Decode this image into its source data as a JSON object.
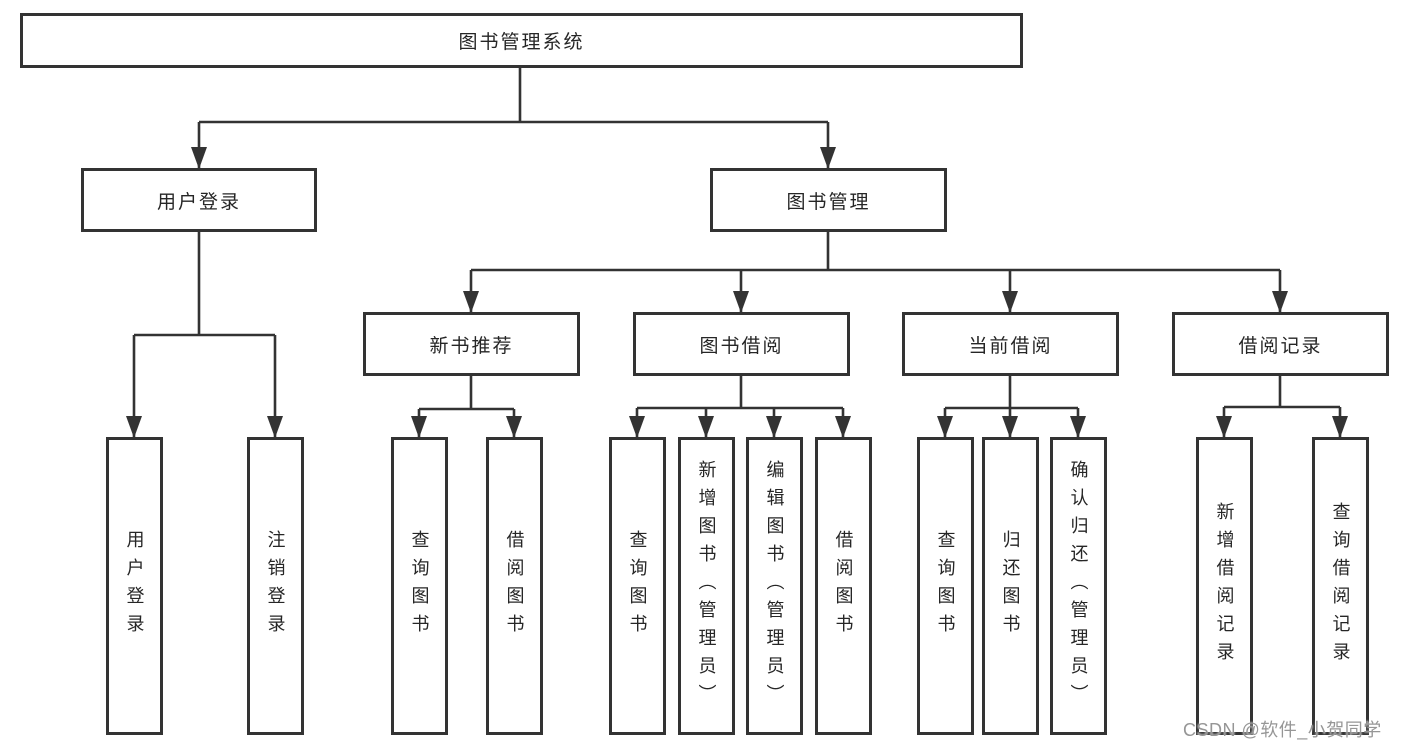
{
  "diagram": {
    "root": {
      "label": "图书管理系统"
    },
    "branches": [
      {
        "label": "用户登录",
        "children": [
          {
            "label": "用户登录"
          },
          {
            "label": "注销登录"
          }
        ]
      },
      {
        "label": "图书管理",
        "sections": [
          {
            "label": "新书推荐",
            "children": [
              {
                "label": "查询图书"
              },
              {
                "label": "借阅图书"
              }
            ]
          },
          {
            "label": "图书借阅",
            "children": [
              {
                "label": "查询图书"
              },
              {
                "label": "新增图书（管理员）"
              },
              {
                "label": "编辑图书（管理员）"
              },
              {
                "label": "借阅图书"
              }
            ]
          },
          {
            "label": "当前借阅",
            "children": [
              {
                "label": "查询图书"
              },
              {
                "label": "归还图书"
              },
              {
                "label": "确认归还（管理员）"
              }
            ]
          },
          {
            "label": "借阅记录",
            "children": [
              {
                "label": "新增借阅记录"
              },
              {
                "label": "查询借阅记录"
              }
            ]
          }
        ]
      }
    ]
  },
  "watermark": {
    "text": "CSDN @软件_小贺同学"
  },
  "colors": {
    "line": "#333333",
    "box_border": "#333333",
    "text": "#262626",
    "watermark": "#969696",
    "background": "#ffffff"
  }
}
